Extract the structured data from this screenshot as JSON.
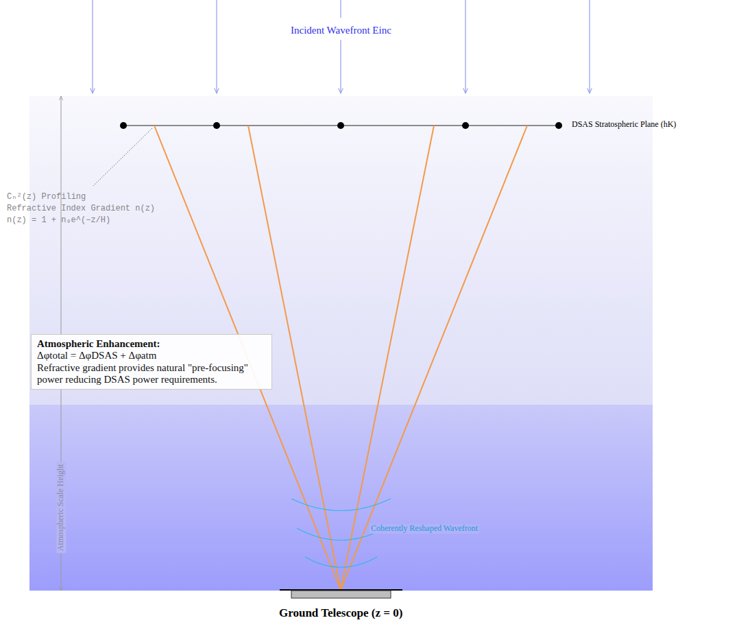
{
  "diagram": {
    "nodes": [
      {
        "text": [
          "Atmospheric Enhancement:",
          "Δφtotal = ΔφDSAS + Δφatm",
          "Refractive gradient provides natural \"pre-focusing\" power reducing DSAS power requirements."
        ]
      }
    ],
    "labels": [
      "Incident Wavefront Einc",
      "DSAS Stratospheric Plane (hK)",
      "Cₙ²(z) Profiling",
      "Refractive Index Gradient n(z)",
      "n(z) = 1 + n₀e^(−z/H)",
      "Atmospheric Scale Height",
      "Coherently Reshaped Wavefront",
      "Ground Telescope (z = 0)"
    ]
  }
}
